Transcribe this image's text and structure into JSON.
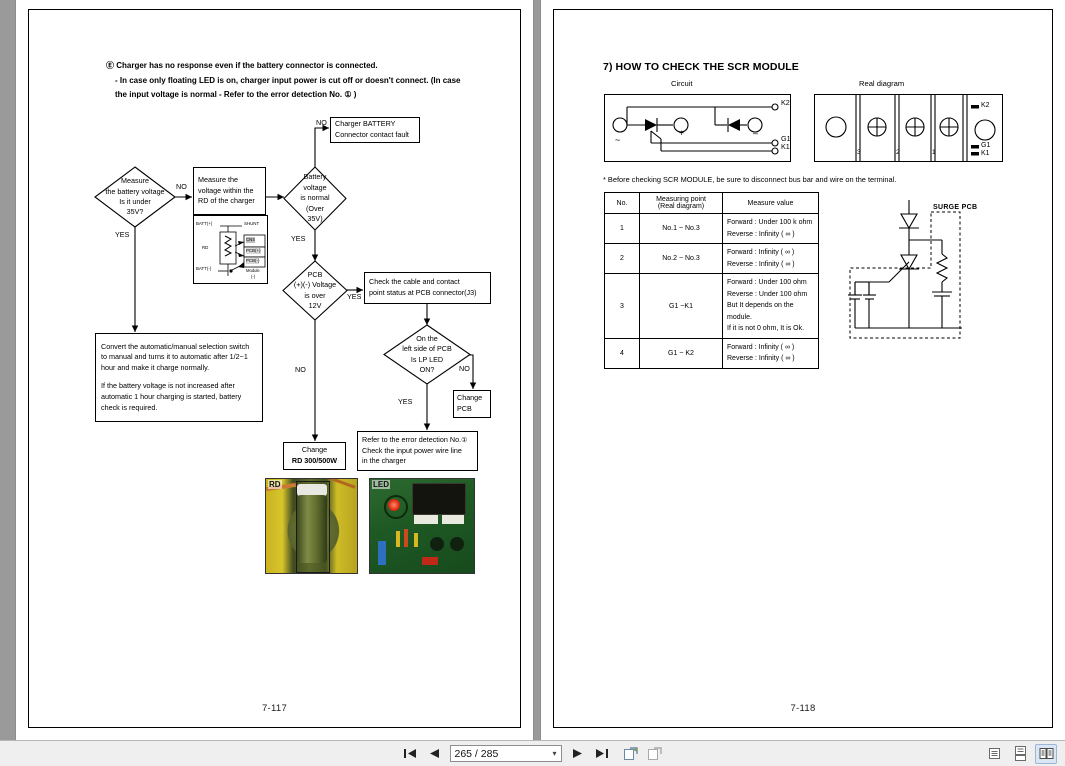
{
  "viewer": {
    "toolbar": {
      "first_page_label": "first-page",
      "prev_page_label": "previous-page",
      "next_page_label": "next-page",
      "last_page_label": "last-page",
      "page_indicator": "265 / 285",
      "dropdown_glyph": "▾",
      "tools": [
        "fit-page",
        "fit-width"
      ],
      "view_modes": [
        "single-page-view",
        "continuous-scroll-view",
        "two-page-view"
      ],
      "active_view_mode": "two-page-view"
    }
  },
  "left_page": {
    "page_number": "7-117",
    "heading": {
      "line1": "Ⓔ Charger has no response even if the battery connector is connected.",
      "line2": "- In case only floating LED is on, charger input power is cut off or doesn't connect. (In case",
      "line3": "the input voltage is normal - Refer to the error detection No. ① )"
    },
    "nodes": {
      "d_measure_batt": [
        "Measure",
        "the battery voltage",
        "Is it under",
        "35V?"
      ],
      "b_measure_rd": [
        "Measure the",
        "voltage within the",
        "RD of the charger"
      ],
      "d_batt_normal": [
        "Battery",
        "voltage",
        "is normal",
        "(Over",
        "35V)"
      ],
      "b_connector_fault": [
        "Charger BATTERY",
        "Connector contact fault"
      ],
      "d_pcb_voltage": [
        "PCB",
        "(+)(-) Voltage",
        "is over",
        "12V"
      ],
      "b_check_cable": [
        "Check the cable and contact",
        "point status at PCB connector(J3)"
      ],
      "d_lp_led": [
        "On the",
        "left side of PCB",
        "Is LP LED",
        "ON?"
      ],
      "b_change_pcb": [
        "Change",
        "PCB"
      ],
      "b_change_rd": [
        "Change",
        "RD 300/500W"
      ],
      "b_refer_error": [
        "Refer to the error detection No.①",
        "Check the input power wire line",
        "in the charger"
      ],
      "b_convert": [
        "Convert the automatic/manual selection switch",
        "to manual and turns it to automatic after 1/2~1",
        "hour and make it charge normally.",
        "If the battery voltage is not increased after",
        "automatic 1 hour charging is started, battery",
        "check is required."
      ]
    },
    "edge_labels": {
      "measure_no": "NO",
      "measure_yes": "YES",
      "batt_no": "NO",
      "batt_yes": "YES",
      "pcb_yes": "YES",
      "pcb_no": "NO",
      "led_yes": "YES",
      "led_no": "NO"
    },
    "rd_inset": {
      "batt_plus": "BATT(+)",
      "shunt": "SHUNT",
      "rd": "RD",
      "cn4": "CN4",
      "pcb_plus": "PCB(+)",
      "pcb_minus": "PCB(-)",
      "batt_minus": "BATT(-)",
      "module": "Module",
      "module_minus": "(-)"
    },
    "photos": {
      "rd_photo_tag": "RD",
      "led_photo_tag": "LED"
    }
  },
  "right_page": {
    "page_number": "7-118",
    "heading": "7) HOW TO CHECK THE SCR MODULE",
    "circuit_caption": "Circuit",
    "real_caption": "Real diagram",
    "circuit_labels": {
      "ac": "~",
      "plus": "+",
      "minus": "–",
      "k2": "K2",
      "g1": "G1",
      "k1": "K1"
    },
    "real_labels": {
      "k2": "K2",
      "g1": "G1",
      "k1": "K1",
      "n3": "3",
      "n2": "2",
      "n1": "1"
    },
    "note": "* Before checking SCR MODULE, be sure to disconnect bus bar and wire on the terminal.",
    "table": {
      "headers": [
        "No.",
        "Measuring point\n(Real diagram)",
        "Measure value"
      ],
      "header_no": "No.",
      "header_point_l1": "Measuring point",
      "header_point_l2": "(Real diagram)",
      "header_value": "Measure value",
      "rows": [
        {
          "no": "1",
          "point": "No.1 ~ No.3",
          "value": [
            "Forward : Under 100 k ohm",
            "Reverse : Infinity ( ∞ )"
          ]
        },
        {
          "no": "2",
          "point": "No.2 ~ No.3",
          "value": [
            "Forward : Infinity ( ∞ )",
            "Reverse : Infinity ( ∞ )"
          ]
        },
        {
          "no": "3",
          "point": "G1 ~K1",
          "value": [
            "Forward : Under 100 ohm",
            "Reverse : Under 100 ohm",
            "But It depends on the module.",
            "If it is not 0 ohm, It is Ok."
          ]
        },
        {
          "no": "4",
          "point": "G1 ~ K2",
          "value": [
            "Forward : Infinity ( ∞ )",
            "Reverse : Infinity ( ∞ )"
          ]
        }
      ]
    },
    "surge_label": "SURGE PCB"
  }
}
